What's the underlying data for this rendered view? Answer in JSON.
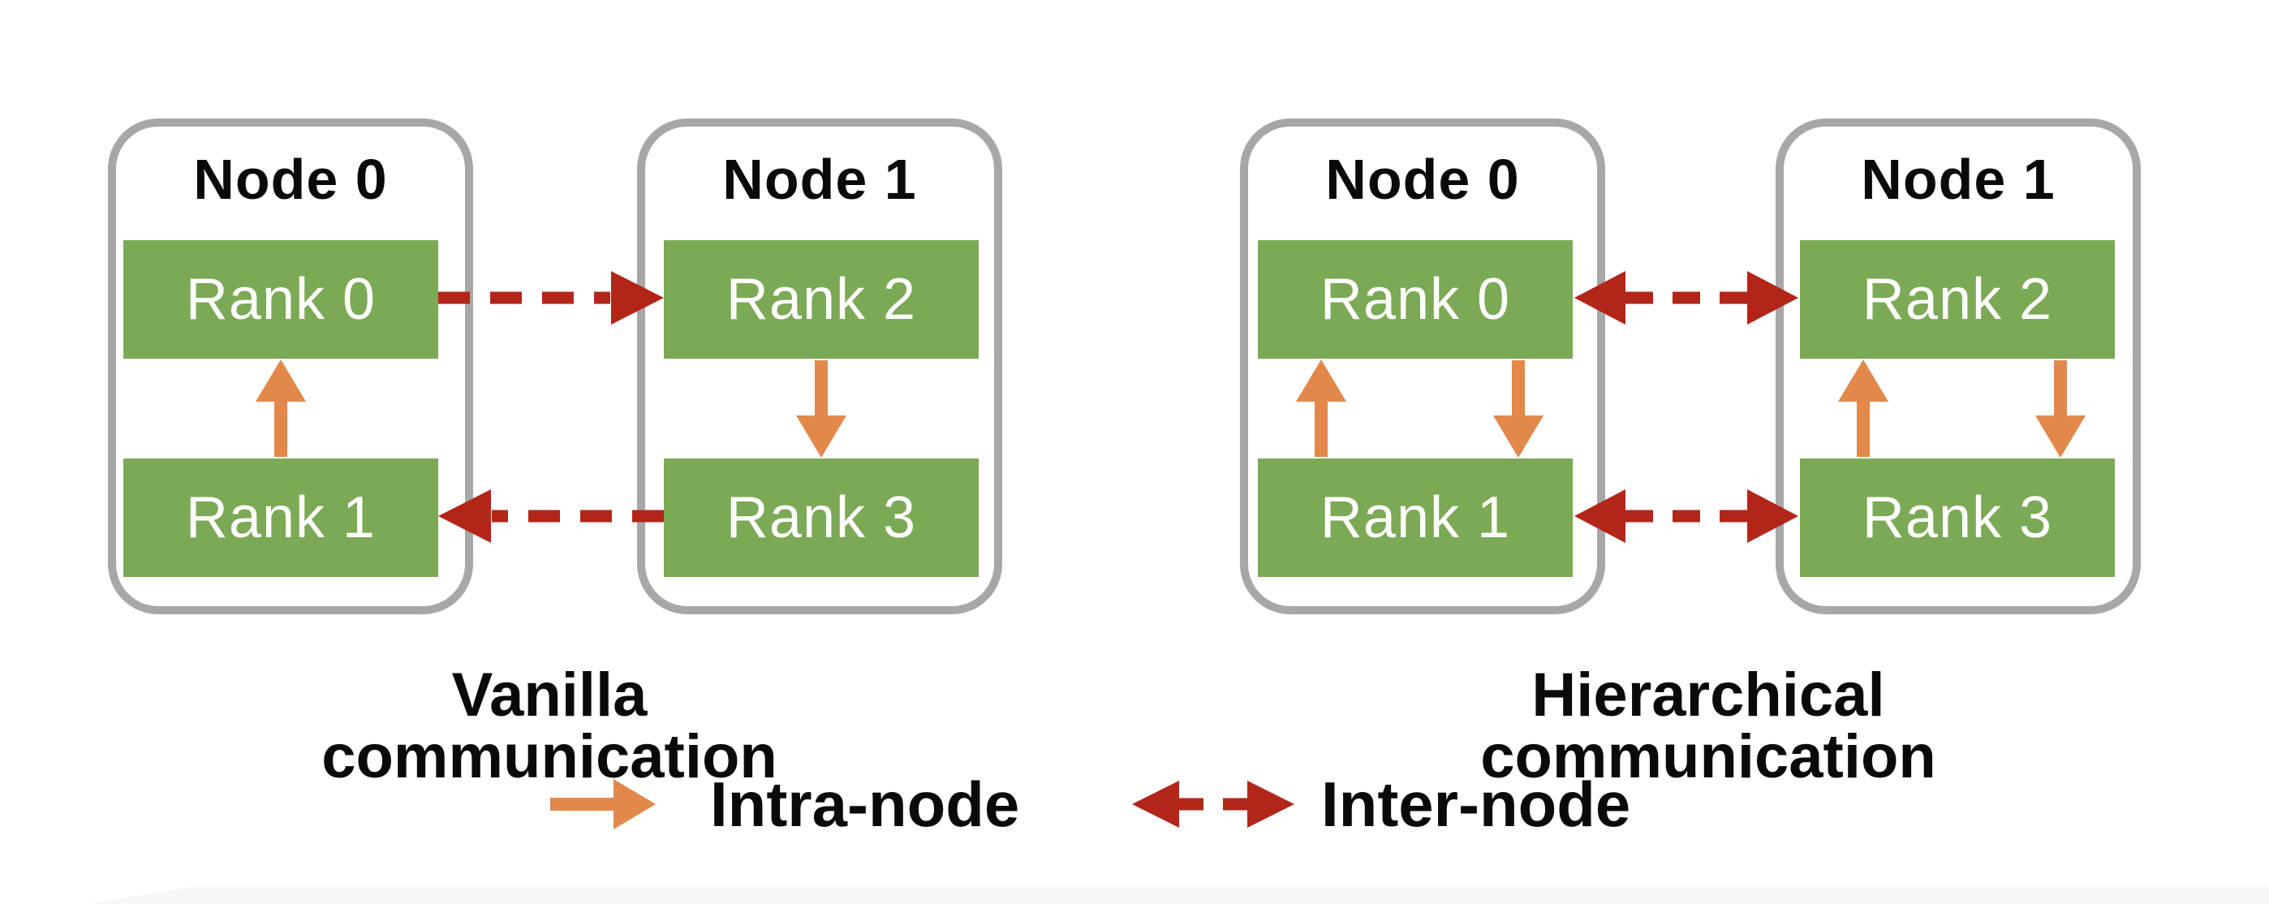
{
  "figure": {
    "diagrams": [
      {
        "title": "Vanilla communication",
        "nodes": [
          {
            "label": "Node 0",
            "ranks": [
              "Rank 0",
              "Rank 1"
            ]
          },
          {
            "label": "Node 1",
            "ranks": [
              "Rank 2",
              "Rank 3"
            ]
          }
        ],
        "arrows": [
          "intra-node up arrow Rank 1 to Rank 0",
          "inter-node dashed arrow Rank 0 to Rank 2",
          "intra-node down arrow Rank 2 to Rank 3",
          "inter-node dashed arrow Rank 3 to Rank 1"
        ]
      },
      {
        "title": "Hierarchical communication",
        "nodes": [
          {
            "label": "Node 0",
            "ranks": [
              "Rank 0",
              "Rank 1"
            ]
          },
          {
            "label": "Node 1",
            "ranks": [
              "Rank 2",
              "Rank 3"
            ]
          }
        ],
        "arrows": [
          "intra-node up and down arrows between Rank 0 and Rank 1",
          "inter-node bidirectional dashed arrow Rank 0 and Rank 2",
          "intra-node up and down arrows between Rank 2 and Rank 3",
          "inter-node bidirectional dashed arrow Rank 1 and Rank 3"
        ]
      }
    ],
    "legend": [
      {
        "icon": "intra-node-arrow-icon",
        "label": "Intra-node"
      },
      {
        "icon": "inter-node-arrow-icon",
        "label": "Inter-node"
      }
    ]
  },
  "colors": {
    "rank_green": "#7BA955",
    "rank_text_white": "#FFFFFF",
    "intra_orange": "#E2884B",
    "inter_red": "#B2261A",
    "node_border_gray": "#A7A7A7",
    "text_black": "#0A0A0A",
    "page_band_gray": "#F7F7F7"
  }
}
